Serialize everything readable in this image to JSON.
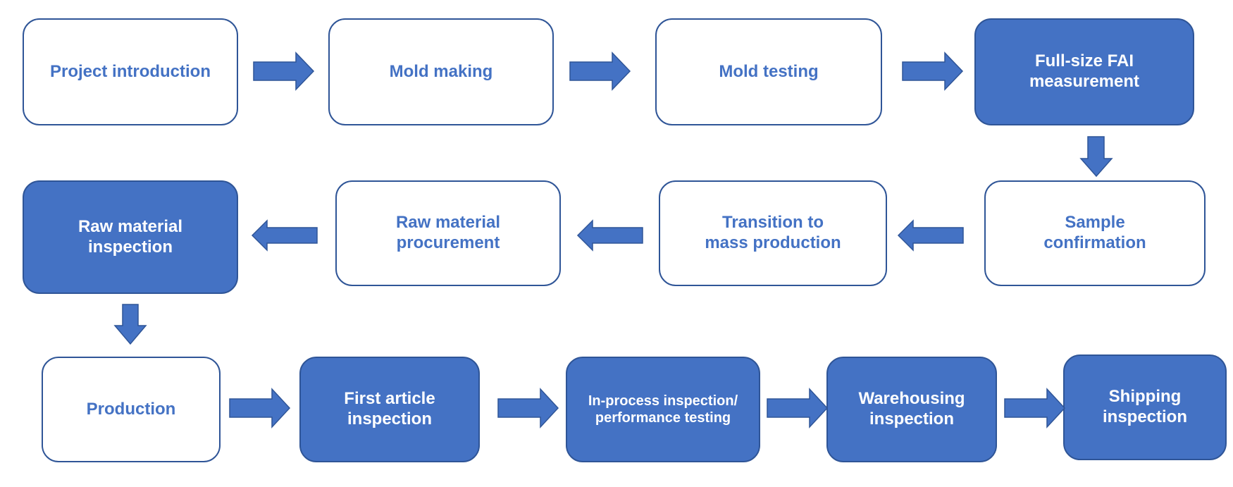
{
  "diagram": {
    "nodes": [
      {
        "id": "project-introduction",
        "label": "Project introduction",
        "style": "outline"
      },
      {
        "id": "mold-making",
        "label": "Mold making",
        "style": "outline"
      },
      {
        "id": "mold-testing",
        "label": "Mold testing",
        "style": "outline"
      },
      {
        "id": "fai-measurement",
        "label": "Full-size FAI\nmeasurement",
        "style": "filled"
      },
      {
        "id": "sample-confirmation",
        "label": "Sample\nconfirmation",
        "style": "outline"
      },
      {
        "id": "mass-production",
        "label": "Transition to\nmass production",
        "style": "outline"
      },
      {
        "id": "raw-material-procurement",
        "label": "Raw material\nprocurement",
        "style": "outline"
      },
      {
        "id": "raw-material-inspection",
        "label": "Raw material\ninspection",
        "style": "filled"
      },
      {
        "id": "production",
        "label": "Production",
        "style": "outline"
      },
      {
        "id": "first-article-inspection",
        "label": "First article\ninspection",
        "style": "filled"
      },
      {
        "id": "in-process-inspection",
        "label": "In-process inspection/\nperformance testing",
        "style": "filled"
      },
      {
        "id": "warehousing-inspection",
        "label": "Warehousing\ninspection",
        "style": "filled"
      },
      {
        "id": "shipping-inspection",
        "label": "Shipping\ninspection",
        "style": "filled"
      }
    ],
    "edges": [
      {
        "from": "project-introduction",
        "to": "mold-making",
        "direction": "right"
      },
      {
        "from": "mold-making",
        "to": "mold-testing",
        "direction": "right"
      },
      {
        "from": "mold-testing",
        "to": "fai-measurement",
        "direction": "right"
      },
      {
        "from": "fai-measurement",
        "to": "sample-confirmation",
        "direction": "down"
      },
      {
        "from": "sample-confirmation",
        "to": "mass-production",
        "direction": "left"
      },
      {
        "from": "mass-production",
        "to": "raw-material-procurement",
        "direction": "left"
      },
      {
        "from": "raw-material-procurement",
        "to": "raw-material-inspection",
        "direction": "left"
      },
      {
        "from": "raw-material-inspection",
        "to": "production",
        "direction": "down"
      },
      {
        "from": "production",
        "to": "first-article-inspection",
        "direction": "right"
      },
      {
        "from": "first-article-inspection",
        "to": "in-process-inspection",
        "direction": "right"
      },
      {
        "from": "in-process-inspection",
        "to": "warehousing-inspection",
        "direction": "right"
      },
      {
        "from": "warehousing-inspection",
        "to": "shipping-inspection",
        "direction": "right"
      }
    ],
    "colors": {
      "accent": "#4472c4",
      "border": "#2f5597",
      "background": "#ffffff",
      "filled_text": "#ffffff"
    }
  }
}
